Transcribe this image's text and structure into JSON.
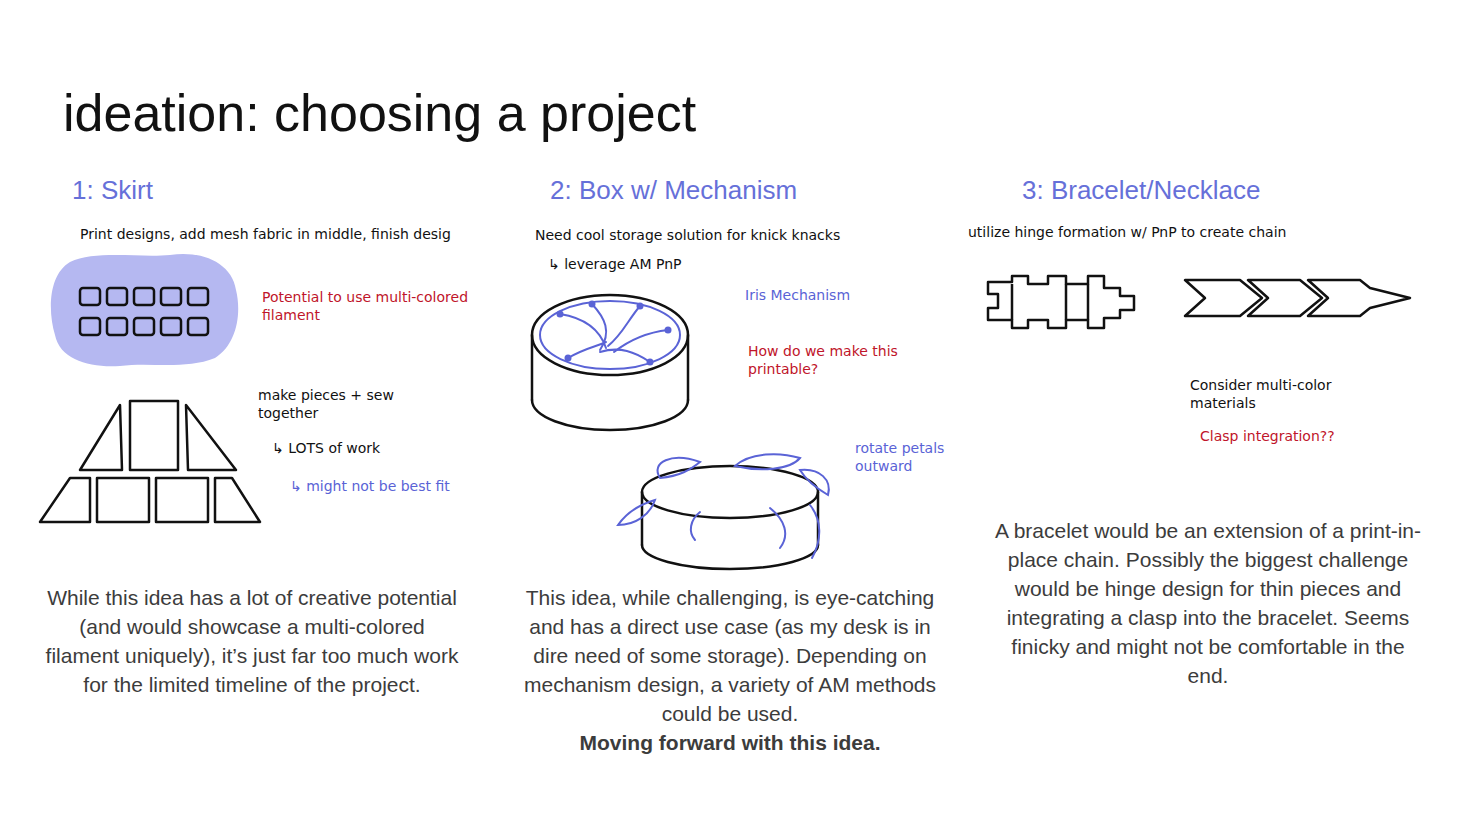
{
  "diagram": {
    "title": "ideation: choosing a project",
    "labels": [
      "1: Skirt",
      "2: Box w/ Mechanism",
      "3: Bracelet/Necklace",
      "Print designs, add mesh fabric in middle, finish desig",
      "Potential to use multi-colored filament",
      "make pieces + sew together",
      "↳ LOTS of work",
      "↳ might not be best fit",
      "While this idea has a lot of creative potential (and would showcase a multi-colored filament uniquely), it’s just far too much work for the limited timeline of the project.",
      "Need cool storage solution for knick knacks",
      "↳ leverage AM PnP",
      "Iris Mechanism",
      "How do we make this printable?",
      "rotate petals outward",
      "This idea, while challenging, is eye-catching and has a direct use case (as my desk is in dire need of some storage). Depending on mechanism design, a variety of AM methods could be used.",
      "Moving forward with this idea.",
      "utilize hinge formation w/ PnP to create chain",
      "Consider multi-color materials",
      "Clasp integration??",
      "A bracelet would be an extension of a print-in-place chain. Possibly the biggest challenge would be hinge design for thin pieces and integrating a clasp into the bracelet. Seems finicky and might not be comfortable in the end."
    ]
  }
}
